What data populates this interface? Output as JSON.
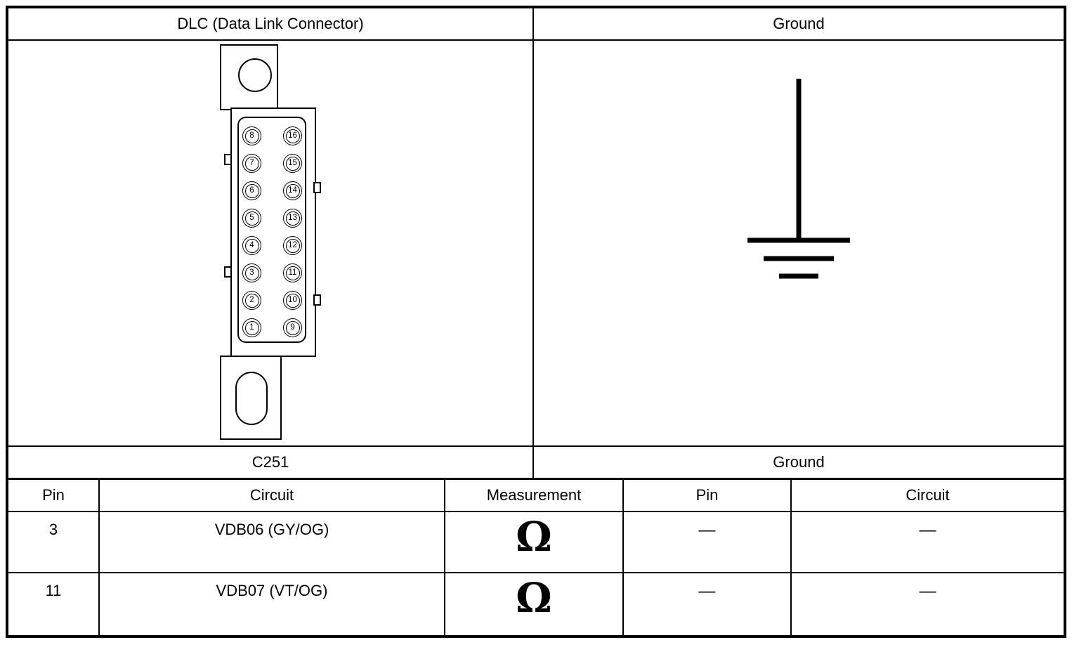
{
  "top": {
    "left_header": "DLC (Data Link Connector)",
    "right_header": "Ground",
    "left_sublabel": "C251",
    "right_sublabel": "Ground"
  },
  "connector": {
    "pin_rows": [
      [
        "8",
        "16"
      ],
      [
        "7",
        "15"
      ],
      [
        "6",
        "14"
      ],
      [
        "5",
        "13"
      ],
      [
        "4",
        "12"
      ],
      [
        "3",
        "11"
      ],
      [
        "2",
        "10"
      ],
      [
        "1",
        "9"
      ]
    ]
  },
  "measurement_table": {
    "headers": {
      "pin_left": "Pin",
      "circuit_left": "Circuit",
      "measurement": "Measurement",
      "pin_right": "Pin",
      "circuit_right": "Circuit"
    },
    "rows": [
      {
        "pin_left": "3",
        "circuit_left": "VDB06 (GY/OG)",
        "measurement": "Ω",
        "pin_right": "—",
        "circuit_right": "—"
      },
      {
        "pin_left": "11",
        "circuit_left": "VDB07 (VT/OG)",
        "measurement": "Ω",
        "pin_right": "—",
        "circuit_right": "—"
      }
    ]
  },
  "colors": {
    "border": "#000000",
    "background": "#ffffff",
    "text": "#000000"
  }
}
